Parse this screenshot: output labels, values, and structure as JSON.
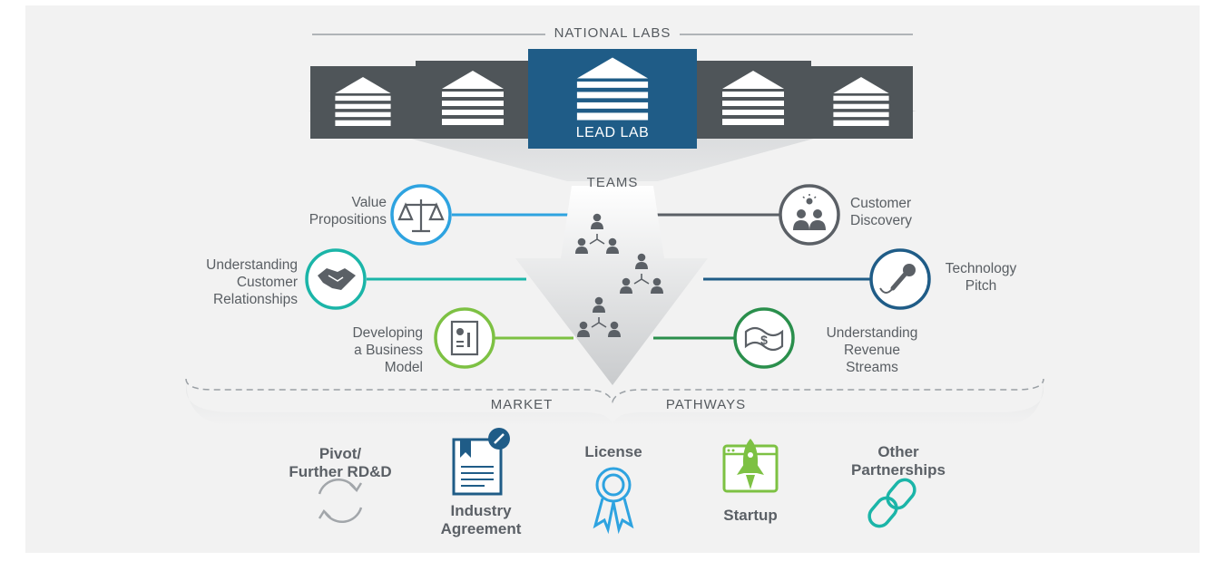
{
  "header": {
    "title": "NATIONAL LABS",
    "lead_lab": "LEAD LAB"
  },
  "teams": {
    "label": "TEAMS"
  },
  "left_topics": [
    {
      "label": "Value\nPropositions",
      "icon": "scales-icon",
      "color": "#2ea3e0"
    },
    {
      "label": "Understanding\nCustomer\nRelationships",
      "icon": "handshake-icon",
      "color": "#1bb5a8"
    },
    {
      "label": "Developing\na Business\nModel",
      "icon": "business-plan-icon",
      "color": "#7dc143"
    }
  ],
  "right_topics": [
    {
      "label": "Customer\nDiscovery",
      "icon": "customers-icon",
      "color": "#5b6066"
    },
    {
      "label": "Technology\nPitch",
      "icon": "microphone-icon",
      "color": "#1f5c87"
    },
    {
      "label": "Understanding\nRevenue\nStreams",
      "icon": "money-icon",
      "color": "#2a8f4c"
    }
  ],
  "market": {
    "left_label": "MARKET",
    "right_label": "PATHWAYS"
  },
  "pathways": [
    {
      "label": "Pivot/\nFurther RD&D",
      "icon": "cycle-arrows-icon",
      "color": "#9ea3a8"
    },
    {
      "label": "Industry\nAgreement",
      "icon": "agreement-document-icon",
      "color": "#1f5c87"
    },
    {
      "label": "License",
      "icon": "ribbon-award-icon",
      "color": "#2ea3e0"
    },
    {
      "label": "Startup",
      "icon": "rocket-icon",
      "color": "#7dc143"
    },
    {
      "label": "Other\nPartnerships",
      "icon": "chain-link-icon",
      "color": "#1bb5a8"
    }
  ],
  "colors": {
    "building_gray": "#4f5559",
    "lead_blue": "#1f5c87"
  }
}
